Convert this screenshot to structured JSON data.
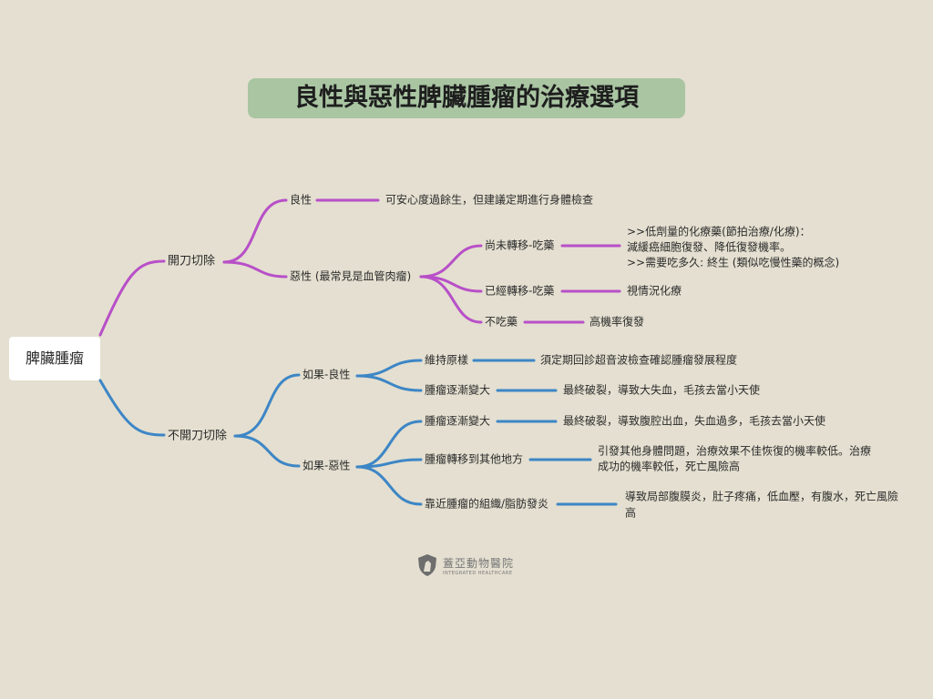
{
  "title": "良性與惡性脾臟腫瘤的治療選項",
  "root": "脾臟腫瘤",
  "colors": {
    "surgery": "#b84fc8",
    "no_surgery": "#3d86c6",
    "background": "#e4dfd0",
    "title_bg": "#a9c5a2"
  },
  "surgery": {
    "label": "開刀切除",
    "benign": {
      "label": "良性",
      "note": "可安心度過餘生，但建議定期進行身體檢查"
    },
    "malignant": {
      "label": "惡性 (最常見是血管肉瘤)",
      "children": [
        {
          "label": "尚未轉移-吃藥",
          "note": [
            ">>低劑量的化療藥(節拍治療/化療)：",
            "減緩癌細胞復發、降低復發機率。",
            ">>需要吃多久: 終生 (類似吃慢性藥的概念)"
          ]
        },
        {
          "label": "已經轉移-吃藥",
          "note": [
            "視情況化療"
          ]
        },
        {
          "label": "不吃藥",
          "note": [
            "高機率復發"
          ]
        }
      ]
    }
  },
  "no_surgery": {
    "label": "不開刀切除",
    "benign": {
      "label": "如果-良性",
      "children": [
        {
          "label": "維持原樣",
          "note": [
            "須定期回診超音波檢查確認腫瘤發展程度"
          ]
        },
        {
          "label": "腫瘤逐漸變大",
          "note": [
            "最終破裂，導致大失血，毛孩去當小天使"
          ]
        }
      ]
    },
    "malignant": {
      "label": "如果-惡性",
      "children": [
        {
          "label": "腫瘤逐漸變大",
          "note": [
            "最終破裂，導致腹腔出血，失血過多，毛孩去當小天使"
          ]
        },
        {
          "label": "腫瘤轉移到其他地方",
          "note": [
            "引發其他身體問題，治療效果不佳恢復的機率較低。治療",
            "成功的機率較低，死亡風險高"
          ]
        },
        {
          "label": "靠近腫瘤的組織/脂肪發炎",
          "note": [
            "導致局部腹膜炎，肚子疼痛，低血壓，有腹水，死亡風險",
            "高"
          ]
        }
      ]
    }
  },
  "logo": {
    "name": "蓋亞動物醫院",
    "subtitle": "INTEGRATED HEALTHCARE"
  }
}
